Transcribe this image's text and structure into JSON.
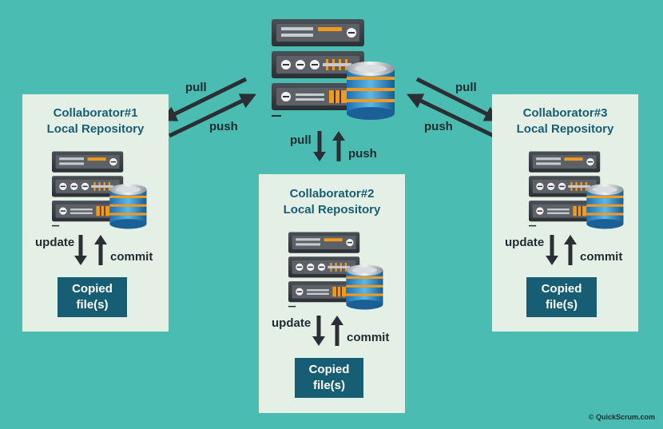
{
  "central": {
    "pull_left": "pull",
    "push_left": "push",
    "pull_right": "pull",
    "push_right": "push",
    "pull_down": "pull",
    "push_up": "push"
  },
  "collaborators": [
    {
      "title_line1": "Collaborator#1",
      "title_line2": "Local Repository",
      "update": "update",
      "commit": "commit",
      "copied_line1": "Copied",
      "copied_line2": "file(s)"
    },
    {
      "title_line1": "Collaborator#2",
      "title_line2": "Local Repository",
      "update": "update",
      "commit": "commit",
      "copied_line1": "Copied",
      "copied_line2": "file(s)"
    },
    {
      "title_line1": "Collaborator#3",
      "title_line2": "Local Repository",
      "update": "update",
      "commit": "commit",
      "copied_line1": "Copied",
      "copied_line2": "file(s)"
    }
  ],
  "copyright": "© QuickScrum.com",
  "colors": {
    "background": "#4bbcb2",
    "panel": "#e4f0e6",
    "title": "#175e74",
    "copied_box": "#175e74",
    "arrow": "#2b2f33"
  },
  "icons": {
    "server": "server-rack-icon",
    "database": "database-icon"
  }
}
